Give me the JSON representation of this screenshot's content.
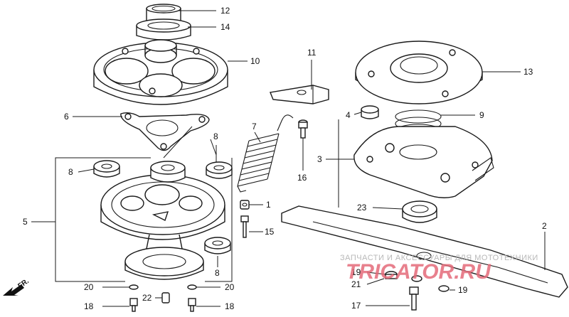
{
  "callouts": {
    "c1": "1",
    "c2": "2",
    "c3": "3",
    "c4": "4",
    "c5": "5",
    "c6": "6",
    "c7": "7",
    "c8a": "8",
    "c8b": "8",
    "c8c": "8",
    "c9": "9",
    "c10": "10",
    "c11": "11",
    "c12": "12",
    "c13": "13",
    "c14": "14",
    "c15": "15",
    "c16": "16",
    "c17": "17",
    "c18a": "18",
    "c18b": "18",
    "c19a": "19",
    "c19b": "19",
    "c20a": "20",
    "c20b": "20",
    "c21": "21",
    "c22": "22",
    "c23": "23"
  },
  "direction": {
    "label": "FR."
  },
  "watermark": {
    "caption": "ЗАПЧАСТИ И АКСЕССУАРЫ ДЛЯ МОТОТЕХНИКИ",
    "brand": "TRICATOR.RU"
  },
  "icons": {
    "direction": "arrow-icon"
  }
}
